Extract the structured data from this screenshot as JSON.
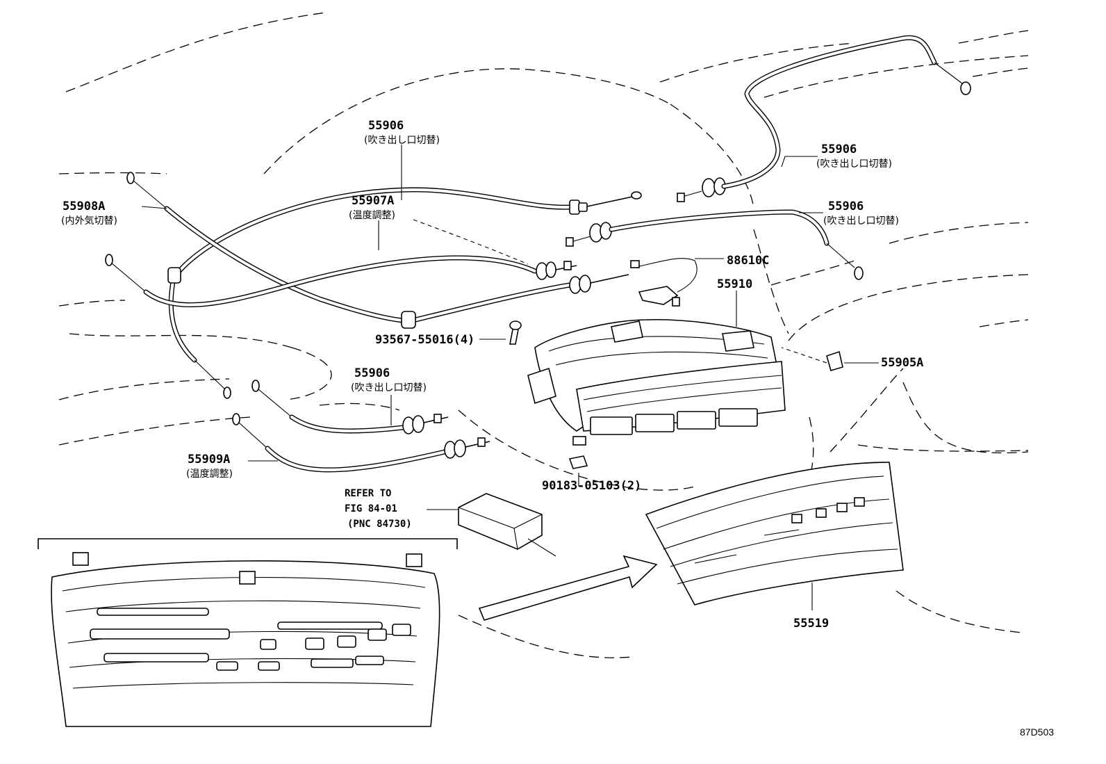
{
  "labels": {
    "cable_top": {
      "pn": "55906",
      "jp": "(吹き出し口切替)"
    },
    "cable_right_upper": {
      "pn": "55906",
      "jp": "(吹き出し口切替)"
    },
    "cable_right_lower": {
      "pn": "55906",
      "jp": "(吹き出し口切替)"
    },
    "cable_mid_left": {
      "pn": "55906",
      "jp": "(吹き出し口切替)"
    },
    "cable_air": {
      "pn": "55908A",
      "jp": "(内外気切替)"
    },
    "cable_temp_upper": {
      "pn": "55907A",
      "jp": "(温度調整)"
    },
    "cable_temp_lower": {
      "pn": "55909A",
      "jp": "(温度調整)"
    },
    "wire": {
      "pn": "88610C"
    },
    "control_unit": {
      "pn": "55910"
    },
    "screw": {
      "pn": "93567-55016(4)"
    },
    "knob": {
      "pn": "55905A"
    },
    "clip": {
      "pn": "90183-05103(2)"
    },
    "panel": {
      "pn": "55519"
    },
    "refer": {
      "line1": "REFER TO",
      "line2": "FIG 84-01",
      "line3": "(PNC 84730)"
    }
  },
  "figure_code": "87D503"
}
